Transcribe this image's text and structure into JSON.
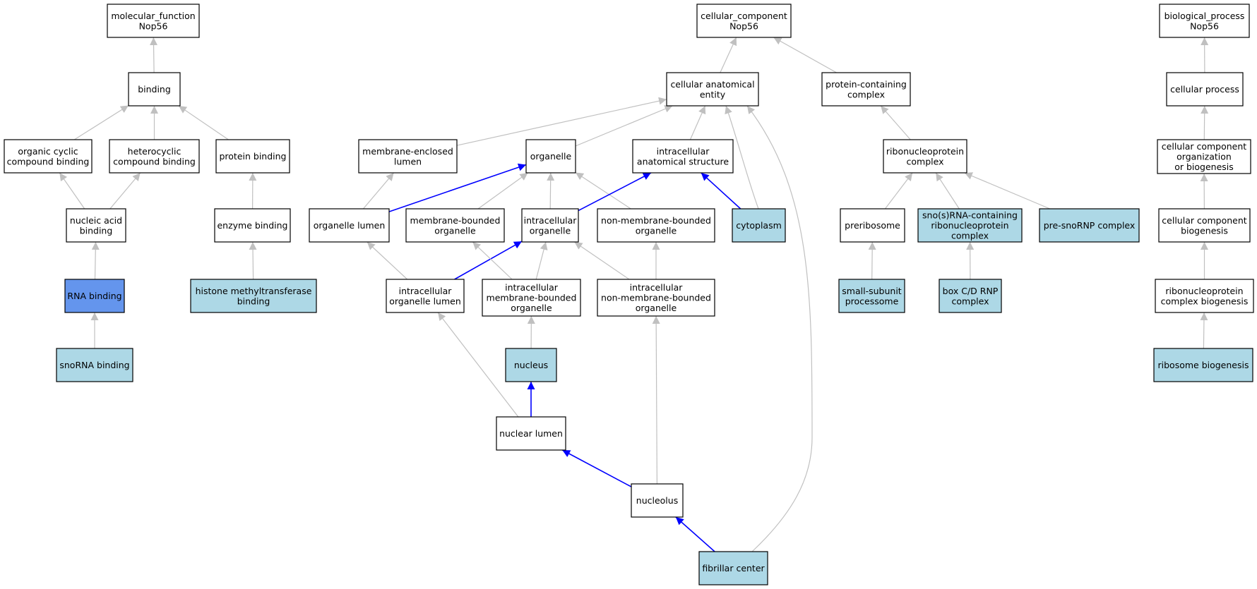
{
  "colors": {
    "background": "#ffffff",
    "edge_default": "#c0c0c0",
    "edge_highlight": "#0000ff",
    "node_plain": "#ffffff",
    "node_annotated": "#add8e6",
    "node_selected": "#6495ed",
    "node_border": "#000000"
  },
  "nodes": [
    {
      "id": "mf_root",
      "lines": [
        "molecular_function",
        "Nop56"
      ],
      "style": "plain"
    },
    {
      "id": "binding",
      "lines": [
        "binding"
      ],
      "style": "plain"
    },
    {
      "id": "org_cyclic",
      "lines": [
        "organic cyclic",
        "compound binding"
      ],
      "style": "plain"
    },
    {
      "id": "heterocyclic",
      "lines": [
        "heterocyclic",
        "compound binding"
      ],
      "style": "plain"
    },
    {
      "id": "protein_binding",
      "lines": [
        "protein binding"
      ],
      "style": "plain"
    },
    {
      "id": "nucleic_acid",
      "lines": [
        "nucleic acid",
        "binding"
      ],
      "style": "plain"
    },
    {
      "id": "enzyme_binding",
      "lines": [
        "enzyme binding"
      ],
      "style": "plain"
    },
    {
      "id": "rna_binding",
      "lines": [
        "RNA binding"
      ],
      "style": "selected"
    },
    {
      "id": "histone_mt",
      "lines": [
        "histone methyltransferase",
        "binding"
      ],
      "style": "annotated"
    },
    {
      "id": "snorna_binding",
      "lines": [
        "snoRNA binding"
      ],
      "style": "annotated"
    },
    {
      "id": "cc_root",
      "lines": [
        "cellular_component",
        "Nop56"
      ],
      "style": "plain"
    },
    {
      "id": "cae",
      "lines": [
        "cellular anatomical",
        "entity"
      ],
      "style": "plain"
    },
    {
      "id": "pcc",
      "lines": [
        "protein-containing",
        "complex"
      ],
      "style": "plain"
    },
    {
      "id": "mel",
      "lines": [
        "membrane-enclosed",
        "lumen"
      ],
      "style": "plain"
    },
    {
      "id": "organelle",
      "lines": [
        "organelle"
      ],
      "style": "plain"
    },
    {
      "id": "ias",
      "lines": [
        "intracellular",
        "anatomical structure"
      ],
      "style": "plain"
    },
    {
      "id": "rnp",
      "lines": [
        "ribonucleoprotein",
        "complex"
      ],
      "style": "plain"
    },
    {
      "id": "org_lumen",
      "lines": [
        "organelle lumen"
      ],
      "style": "plain"
    },
    {
      "id": "mbo",
      "lines": [
        "membrane-bounded",
        "organelle"
      ],
      "style": "plain"
    },
    {
      "id": "io",
      "lines": [
        "intracellular",
        "organelle"
      ],
      "style": "plain"
    },
    {
      "id": "nmbo",
      "lines": [
        "non-membrane-bounded",
        "organelle"
      ],
      "style": "plain"
    },
    {
      "id": "cytoplasm",
      "lines": [
        "cytoplasm"
      ],
      "style": "annotated"
    },
    {
      "id": "preribosome",
      "lines": [
        "preribosome"
      ],
      "style": "plain"
    },
    {
      "id": "snorna_rnp",
      "lines": [
        "sno(s)RNA-containing",
        "ribonucleoprotein",
        "complex"
      ],
      "style": "annotated"
    },
    {
      "id": "pre_snornp",
      "lines": [
        "pre-snoRNP complex"
      ],
      "style": "annotated"
    },
    {
      "id": "iol",
      "lines": [
        "intracellular",
        "organelle lumen"
      ],
      "style": "plain"
    },
    {
      "id": "imbo",
      "lines": [
        "intracellular",
        "membrane-bounded",
        "organelle"
      ],
      "style": "plain"
    },
    {
      "id": "inmbo",
      "lines": [
        "intracellular",
        "non-membrane-bounded",
        "organelle"
      ],
      "style": "plain"
    },
    {
      "id": "ssu",
      "lines": [
        "small-subunit",
        "processome"
      ],
      "style": "annotated"
    },
    {
      "id": "boxcd",
      "lines": [
        "box C/D RNP",
        "complex"
      ],
      "style": "annotated"
    },
    {
      "id": "nucleus",
      "lines": [
        "nucleus"
      ],
      "style": "annotated"
    },
    {
      "id": "nuclear_lumen",
      "lines": [
        "nuclear lumen"
      ],
      "style": "plain"
    },
    {
      "id": "nucleolus",
      "lines": [
        "nucleolus"
      ],
      "style": "plain"
    },
    {
      "id": "fibrillar",
      "lines": [
        "fibrillar center"
      ],
      "style": "annotated"
    },
    {
      "id": "bp_root",
      "lines": [
        "biological_process",
        "Nop56"
      ],
      "style": "plain"
    },
    {
      "id": "cell_proc",
      "lines": [
        "cellular process"
      ],
      "style": "plain"
    },
    {
      "id": "ccob",
      "lines": [
        "cellular component",
        "organization",
        "or biogenesis"
      ],
      "style": "plain"
    },
    {
      "id": "ccb",
      "lines": [
        "cellular component",
        "biogenesis"
      ],
      "style": "plain"
    },
    {
      "id": "rnpcb",
      "lines": [
        "ribonucleoprotein",
        "complex biogenesis"
      ],
      "style": "plain"
    },
    {
      "id": "ribo_bio",
      "lines": [
        "ribosome biogenesis"
      ],
      "style": "annotated"
    }
  ],
  "edges": [
    {
      "from": "binding",
      "to": "mf_root",
      "highlight": false
    },
    {
      "from": "org_cyclic",
      "to": "binding",
      "highlight": false
    },
    {
      "from": "heterocyclic",
      "to": "binding",
      "highlight": false
    },
    {
      "from": "protein_binding",
      "to": "binding",
      "highlight": false
    },
    {
      "from": "nucleic_acid",
      "to": "org_cyclic",
      "highlight": false
    },
    {
      "from": "nucleic_acid",
      "to": "heterocyclic",
      "highlight": false
    },
    {
      "from": "enzyme_binding",
      "to": "protein_binding",
      "highlight": false
    },
    {
      "from": "rna_binding",
      "to": "nucleic_acid",
      "highlight": false
    },
    {
      "from": "histone_mt",
      "to": "enzyme_binding",
      "highlight": false
    },
    {
      "from": "snorna_binding",
      "to": "rna_binding",
      "highlight": false
    },
    {
      "from": "cae",
      "to": "cc_root",
      "highlight": false
    },
    {
      "from": "pcc",
      "to": "cc_root",
      "highlight": false
    },
    {
      "from": "mel",
      "to": "cae",
      "highlight": false
    },
    {
      "from": "organelle",
      "to": "cae",
      "highlight": false
    },
    {
      "from": "ias",
      "to": "cae",
      "highlight": false
    },
    {
      "from": "cytoplasm",
      "to": "cae",
      "highlight": false
    },
    {
      "from": "fibrillar",
      "to": "cae",
      "highlight": false
    },
    {
      "from": "rnp",
      "to": "pcc",
      "highlight": false
    },
    {
      "from": "org_lumen",
      "to": "mel",
      "highlight": false
    },
    {
      "from": "org_lumen",
      "to": "organelle",
      "highlight": true
    },
    {
      "from": "mbo",
      "to": "organelle",
      "highlight": false
    },
    {
      "from": "io",
      "to": "organelle",
      "highlight": false
    },
    {
      "from": "nmbo",
      "to": "organelle",
      "highlight": false
    },
    {
      "from": "io",
      "to": "ias",
      "highlight": true
    },
    {
      "from": "cytoplasm",
      "to": "ias",
      "highlight": true
    },
    {
      "from": "preribosome",
      "to": "rnp",
      "highlight": false
    },
    {
      "from": "snorna_rnp",
      "to": "rnp",
      "highlight": false
    },
    {
      "from": "pre_snornp",
      "to": "rnp",
      "highlight": false
    },
    {
      "from": "iol",
      "to": "org_lumen",
      "highlight": false
    },
    {
      "from": "iol",
      "to": "io",
      "highlight": true
    },
    {
      "from": "imbo",
      "to": "mbo",
      "highlight": false
    },
    {
      "from": "imbo",
      "to": "io",
      "highlight": false
    },
    {
      "from": "inmbo",
      "to": "io",
      "highlight": false
    },
    {
      "from": "inmbo",
      "to": "nmbo",
      "highlight": false
    },
    {
      "from": "ssu",
      "to": "preribosome",
      "highlight": false
    },
    {
      "from": "boxcd",
      "to": "snorna_rnp",
      "highlight": false
    },
    {
      "from": "nucleus",
      "to": "imbo",
      "highlight": false
    },
    {
      "from": "nuclear_lumen",
      "to": "iol",
      "highlight": false
    },
    {
      "from": "nuclear_lumen",
      "to": "nucleus",
      "highlight": true
    },
    {
      "from": "nucleolus",
      "to": "nuclear_lumen",
      "highlight": true
    },
    {
      "from": "nucleolus",
      "to": "inmbo",
      "highlight": false
    },
    {
      "from": "fibrillar",
      "to": "nucleolus",
      "highlight": true
    },
    {
      "from": "cell_proc",
      "to": "bp_root",
      "highlight": false
    },
    {
      "from": "ccob",
      "to": "cell_proc",
      "highlight": false
    },
    {
      "from": "ccb",
      "to": "ccob",
      "highlight": false
    },
    {
      "from": "rnpcb",
      "to": "ccb",
      "highlight": false
    },
    {
      "from": "ribo_bio",
      "to": "rnpcb",
      "highlight": false
    }
  ]
}
